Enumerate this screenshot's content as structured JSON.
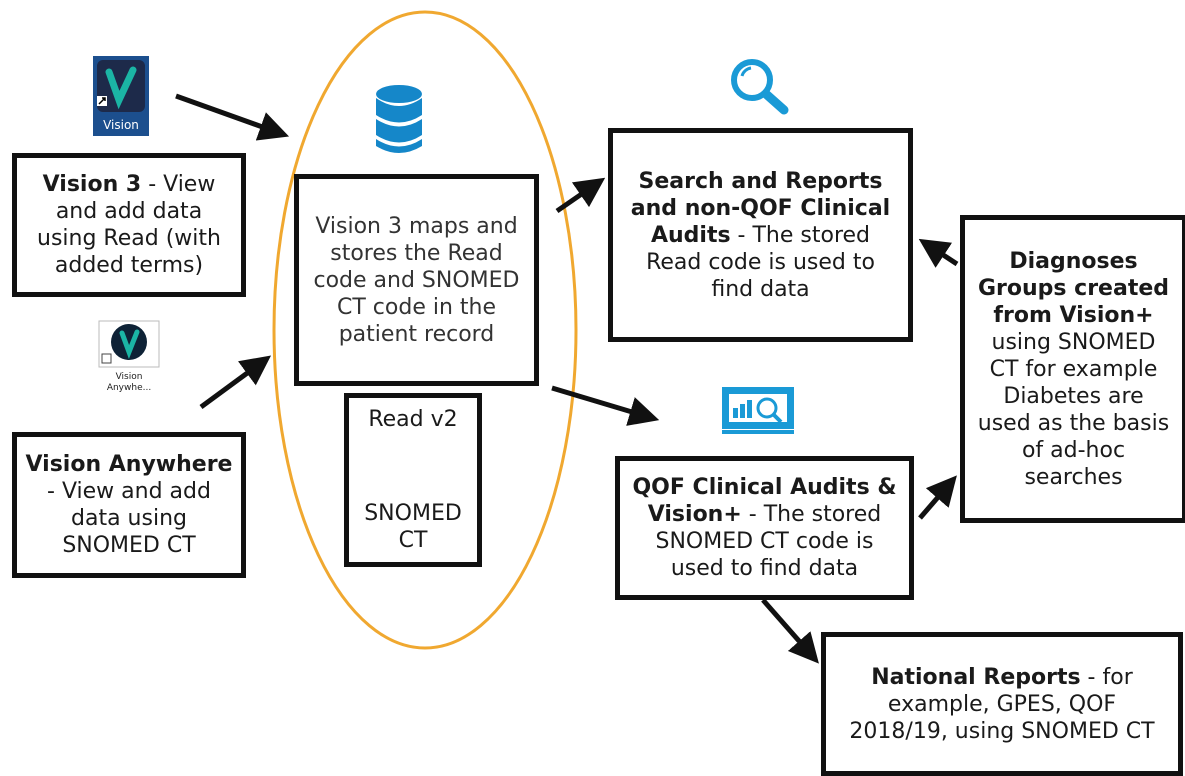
{
  "icons": {
    "vision_app": {
      "name": "vision-app-icon",
      "label": "Vision",
      "accent": "#1bb5a5"
    },
    "vision_anywhere": {
      "name": "vision-anywhere-app-icon",
      "label_line1": "Vision",
      "label_line2": "Anywhe..."
    },
    "database": {
      "name": "database-icon",
      "color": "#1587c9"
    },
    "search": {
      "name": "magnifier-icon",
      "color": "#1a9ad6"
    },
    "monitor": {
      "name": "analytics-monitor-icon",
      "color": "#1a9ad6"
    }
  },
  "colors": {
    "ellipse": "#f0a830",
    "border": "#111111"
  },
  "boxes": {
    "vision3": {
      "title": "Vision 3",
      "text": " - View and add data using Read (with added terms)"
    },
    "anywhere": {
      "title": "Vision Anywhere",
      "text": " - View and add data using SNOMED CT"
    },
    "maps": {
      "text": "Vision 3 maps and stores the Read code and SNOMED CT code in the patient record"
    },
    "codes": {
      "top": "Read v2",
      "bottom": "SNOMED CT"
    },
    "search": {
      "title": "Search and Reports and non-QOF Clinical Audits",
      "text": " - The stored Read code is used to find data"
    },
    "qof": {
      "title": "QOF Clinical Audits & Vision+",
      "text": " - The stored SNOMED CT code is used to find data"
    },
    "diagnoses": {
      "title": "Diagnoses Groups created from Vision+",
      "text": " using SNOMED CT for example Diabetes are used as the basis of ad-hoc searches"
    },
    "national": {
      "title": "National Reports",
      "text": " - for example, GPES, QOF 2018/19, using SNOMED CT"
    }
  }
}
